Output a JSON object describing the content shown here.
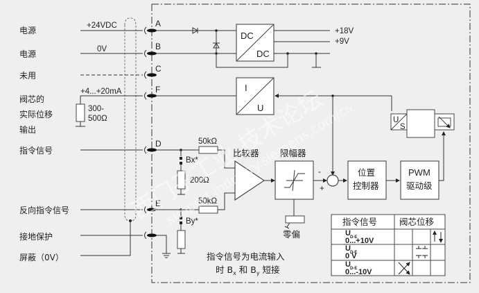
{
  "left_labels": {
    "power_a": "电源",
    "power_b": "电源",
    "unused": "未用",
    "feedback_line1": "阀芯的",
    "feedback_line2": "实际位移",
    "feedback_line3": "输出",
    "command": "指令信号",
    "inverse_command": "反向指令信号",
    "ground_protect": "接地保护",
    "shield": "屏蔽（0V）"
  },
  "wire_labels": {
    "supply": "+24VDC",
    "zero": "0V",
    "current": "+4...+20mA",
    "load_resistor_line1": "300-",
    "load_resistor_line2": "500Ω"
  },
  "pins": [
    "A",
    "B",
    "C",
    "F",
    "D",
    "E"
  ],
  "power_supply": {
    "block_top": "DC",
    "block_bottom": "DC",
    "out_high": "+18V",
    "out_low": "+9V"
  },
  "converter": {
    "top": "I",
    "bottom": "U"
  },
  "input_network": {
    "r_top": "50kΩ",
    "r_bottom": "50kΩ",
    "r_shunt": "200Ω",
    "bridge_x": "Bx*",
    "bridge_y": "By*"
  },
  "blocks": {
    "comparator": "比较器",
    "limiter": "限幅器",
    "zero_offset": "零偏",
    "position_ctrl_line1": "位置",
    "position_ctrl_line2": "控制器",
    "pwm_line1": "PWM",
    "pwm_line2": "驱动级",
    "sensor": "U/S",
    "sum_minus": "-",
    "sum_plus": "+"
  },
  "note": {
    "line1": "指令信号为电流输入",
    "line2_prefix": "时 B",
    "line2_sub1": "x",
    "line2_mid": " 和 B",
    "line2_sub2": "y",
    "line2_suffix": " 短接"
  },
  "table": {
    "headers": [
      "指令信号",
      "阀芯位移"
    ],
    "rows": [
      {
        "u": "U",
        "sub": "D-E",
        "range": "0...+10V"
      },
      {
        "u": "U",
        "sub": "D-E",
        "range": "0 V"
      },
      {
        "u": "U",
        "sub": "D-E",
        "range": "0...-10V"
      }
    ]
  },
  "watermark": {
    "cn": "西门子工业 技术论坛",
    "url": "support.industry.siemens.com/cs"
  }
}
